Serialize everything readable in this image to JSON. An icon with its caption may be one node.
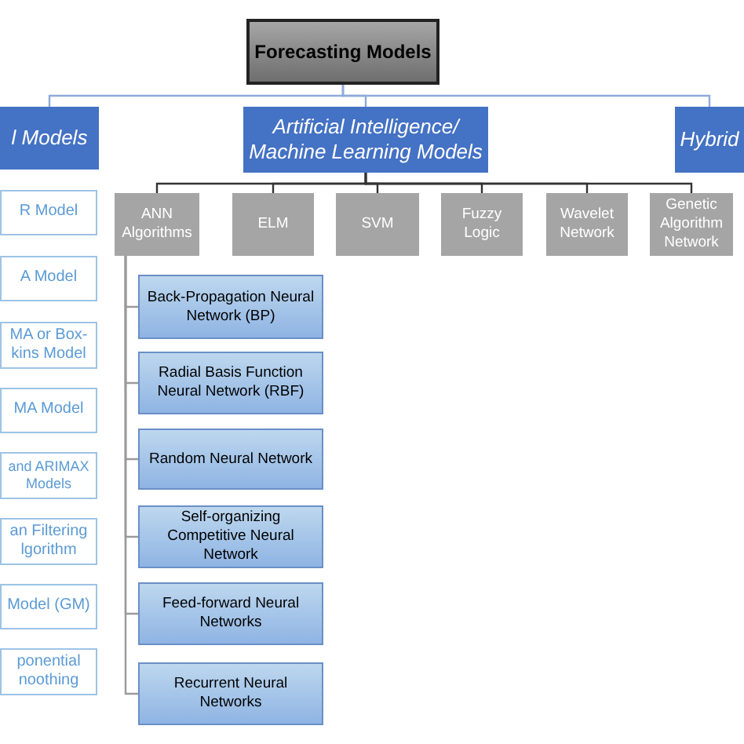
{
  "diagram": {
    "nodes": [
      {
        "text": [
          "Forecasting Models"
        ]
      },
      {
        "text": [
          "l Models"
        ]
      },
      {
        "text": [
          "Artificial Intelligence/ Machine Learning Models"
        ]
      },
      {
        "text": [
          "Hybrid"
        ]
      },
      {
        "text": [
          "R Model"
        ]
      },
      {
        "text": [
          "A Model"
        ]
      },
      {
        "text": [
          "MA or Box- kins Model"
        ]
      },
      {
        "text": [
          "MA Model"
        ]
      },
      {
        "text": [
          "and ARIMAX Models"
        ]
      },
      {
        "text": [
          "an Filtering lgorithm"
        ]
      },
      {
        "text": [
          "Model (GM)"
        ]
      },
      {
        "text": [
          "ponential noothing"
        ]
      },
      {
        "text": [
          "ANN Algorithms"
        ]
      },
      {
        "text": [
          "ELM"
        ]
      },
      {
        "text": [
          "SVM"
        ]
      },
      {
        "text": [
          "Fuzzy Logic"
        ]
      },
      {
        "text": [
          "Wavelet Network"
        ]
      },
      {
        "text": [
          "Genetic Algorithm Network"
        ]
      },
      {
        "text": [
          "Back-Propagation Neural Network (BP)"
        ]
      },
      {
        "text": [
          "Radial Basis Function Neural Network (RBF)"
        ]
      },
      {
        "text": [
          "Random Neural Network"
        ]
      },
      {
        "text": [
          "Self-organizing Competitive Neural Network"
        ]
      },
      {
        "text": [
          "Feed-forward Neural Networks"
        ]
      },
      {
        "text": [
          "Recurrent Neural Networks"
        ]
      }
    ],
    "edges": [
      {
        "from": 0,
        "to": 1,
        "arrow": "none",
        "color": "#8eaadb"
      },
      {
        "from": 0,
        "to": 2,
        "arrow": "none",
        "color": "#8eaadb"
      },
      {
        "from": 0,
        "to": 3,
        "arrow": "none",
        "color": "#8eaadb"
      },
      {
        "from": 2,
        "to": 12,
        "arrow": "none"
      },
      {
        "from": 2,
        "to": 13,
        "arrow": "none"
      },
      {
        "from": 2,
        "to": 14,
        "arrow": "none"
      },
      {
        "from": 2,
        "to": 15,
        "arrow": "none"
      },
      {
        "from": 2,
        "to": 16,
        "arrow": "none"
      },
      {
        "from": 2,
        "to": 17,
        "arrow": "none"
      },
      {
        "from": 12,
        "to": 18,
        "arrow": "none",
        "color": "#9a9a9a"
      },
      {
        "from": 12,
        "to": 19,
        "arrow": "none",
        "color": "#9a9a9a"
      },
      {
        "from": 12,
        "to": 20,
        "arrow": "none",
        "color": "#9a9a9a"
      },
      {
        "from": 12,
        "to": 21,
        "arrow": "none",
        "color": "#9a9a9a"
      },
      {
        "from": 12,
        "to": 22,
        "arrow": "none",
        "color": "#9a9a9a"
      },
      {
        "from": 12,
        "to": 23,
        "arrow": "none",
        "color": "#9a9a9a"
      }
    ]
  }
}
